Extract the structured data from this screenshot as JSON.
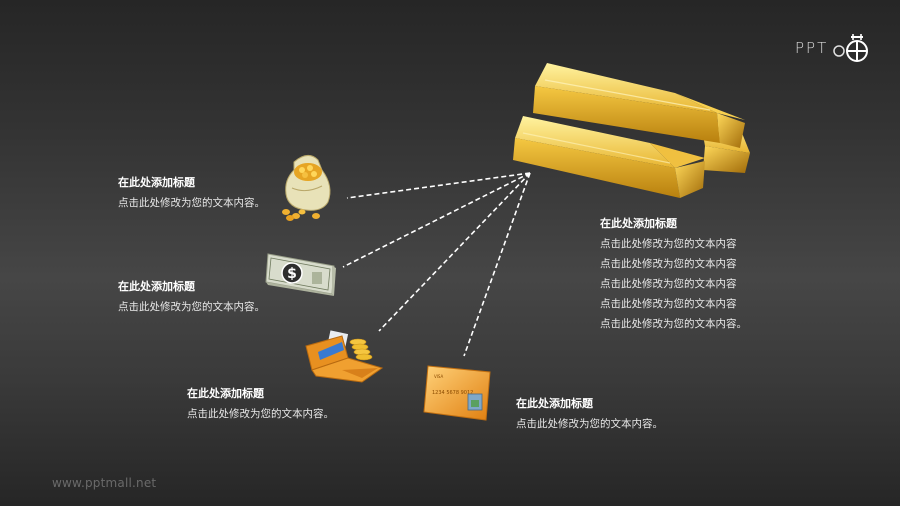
{
  "logo": {
    "text": "PPT",
    "icon": "ppt-logo-icon"
  },
  "watermark": "www.pptmall.net",
  "hub": {
    "icon": "gold-bars-icon",
    "title": "在此处添加标题",
    "lines": [
      "点击此处修改为您的文本内容",
      "点击此处修改为您的文本内容",
      "点击此处修改为您的文本内容",
      "点击此处修改为您的文本内容",
      "点击此处修改为您的文本内容。"
    ]
  },
  "items": [
    {
      "icon": "money-bag-icon",
      "title": "在此处添加标题",
      "text": "点击此处修改为您的文本内容。"
    },
    {
      "icon": "cash-stack-icon",
      "title": "在此处添加标题",
      "text": "点击此处修改为您的文本内容。"
    },
    {
      "icon": "wallet-coins-icon",
      "title": "在此处添加标题",
      "text": "点击此处修改为您的文本内容。"
    },
    {
      "icon": "credit-card-icon",
      "title": "在此处添加标题",
      "text": "点击此处修改为您的文本内容。"
    }
  ],
  "colors": {
    "gold": "#e0a81e",
    "gold_light": "#ffe27a",
    "orange": "#f0961e",
    "background": "#3a3a3a"
  }
}
